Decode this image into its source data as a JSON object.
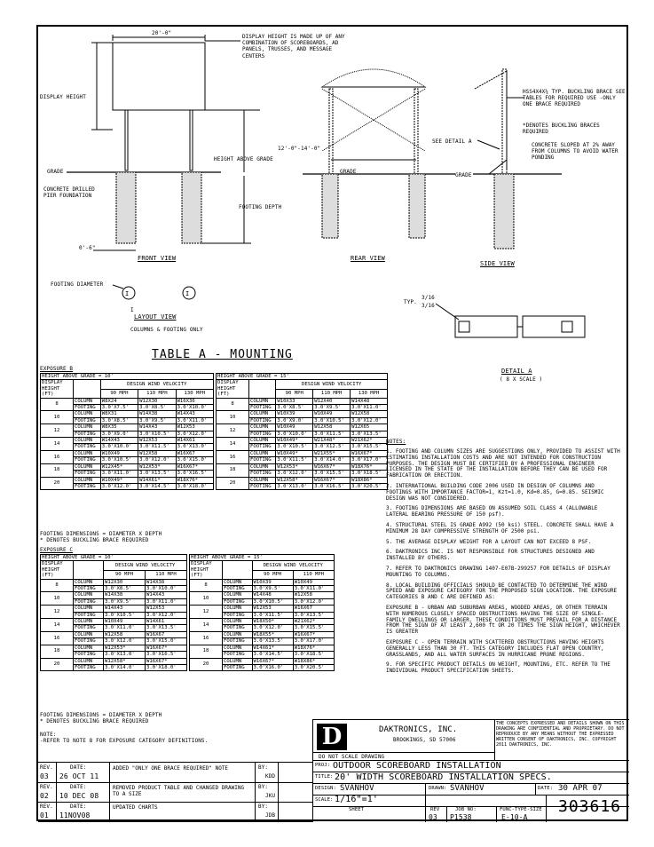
{
  "drawings": {
    "front": {
      "width_dim": "20'-0\"",
      "display_height_note": "DISPLAY HEIGHT IS MADE UP OF ANY COMBINATION OF SCOREBOARDS, AD PANELS, TRUSSES, AND MESSAGE CENTERS",
      "display_height": "DISPLAY HEIGHT",
      "height_above_grade": "HEIGHT ABOVE GRADE",
      "grade": "GRADE",
      "pier": "CONCRETE DRILLED PIER FOUNDATION",
      "footing_depth": "FOOTING DEPTH",
      "offset": "0'-6\"",
      "title": "FRONT VIEW"
    },
    "rear": {
      "dim": "12'-0\"-14'-0\"",
      "grade": "GRADE",
      "title": "REAR VIEW"
    },
    "side": {
      "brace_note": "HSS4X4X¼ TYP. BUCKLING BRACE SEE TABLES FOR REQUIRED USE -ONLY ONE BRACE REQUIRED",
      "buckling_note": "*DENOTES BUCKLING BRACES REQUIRED",
      "concrete_note": "CONCRETE SLOPED AT 2% AWAY FROM COLUMNS TO AVOID WATER PONDING",
      "see_detail": "SEE DETAIL A",
      "grade": "GRADE",
      "title": "SIDE VIEW"
    },
    "layout": {
      "footing_diameter": "FOOTING DIAMETER",
      "title": "LAYOUT VIEW",
      "subtitle": "COLUMNS & FOOTING ONLY"
    },
    "detail": {
      "typ": "TYP.",
      "weld1": "3/16",
      "weld2": "3/16",
      "title": "DETAIL A",
      "scale": "( 8 X SCALE )"
    }
  },
  "table_title": "TABLE A - MOUNTING",
  "labels": {
    "hag": "HEIGHT ABOVE GRADE",
    "dh": "DISPLAY HEIGHT (FT)",
    "dwv": "DESIGN WIND VELOCITY",
    "mph90": "90 MPH",
    "mph110": "110 MPH",
    "mph130": "130 MPH",
    "column": "COLUMN",
    "footing": "FOOTING",
    "fd_note": "FOOTING DIMENSIONS = DIAMETER X DEPTH",
    "bb_note": "* DENOTES BUCKLING BRACE REQUIRED"
  },
  "exposure_b": {
    "label": "EXPOSURE B",
    "left_hag": "= 10'",
    "right_hag": "= 15'",
    "left": [
      {
        "h": "8",
        "c": [
          "W8X24",
          "W12X30",
          "W16X36"
        ],
        "f": [
          "3.0'X7.5'",
          "3.0'X8.5'",
          "3.0'X10.0'"
        ]
      },
      {
        "h": "10",
        "c": [
          "W8X31",
          "W14X38",
          "W14X43"
        ],
        "f": [
          "3.0'X8.5'",
          "3.0'X9.5'",
          "3.0'X11.0'"
        ]
      },
      {
        "h": "12",
        "c": [
          "W8X35",
          "W14X43",
          "W12X53"
        ],
        "f": [
          "3.0'X9.0'",
          "3.0'X10.5'",
          "3.0'X12.0'"
        ]
      },
      {
        "h": "14",
        "c": [
          "W14X43",
          "W12X53",
          "W14X61"
        ],
        "f": [
          "3.0'X10.0'",
          "3.0'X11.5'",
          "3.0'X13.0'"
        ]
      },
      {
        "h": "16",
        "c": [
          "W10X49",
          "W12X58",
          "W16X67"
        ],
        "f": [
          "3.0'X10.5'",
          "3.0'X12.0'",
          "3.0'X15.0'"
        ]
      },
      {
        "h": "18",
        "c": [
          "W12X45*",
          "W12X53*",
          "W16X67*"
        ],
        "f": [
          "3.0'X11.0'",
          "3.0'X13.5'",
          "3.0'X16.5'"
        ]
      },
      {
        "h": "20",
        "c": [
          "W10X49*",
          "W14X61*",
          "W18X76*"
        ],
        "f": [
          "3.0'X12.0'",
          "3.0'X14.5'",
          "3.0'X18.0'"
        ]
      }
    ],
    "right": [
      {
        "h": "8",
        "c": [
          "W10X33",
          "W12X40",
          "W14X48"
        ],
        "f": [
          "3.0'X8.5'",
          "3.0'X9.5'",
          "3.0'X11.0'"
        ]
      },
      {
        "h": "10",
        "c": [
          "W10X39",
          "W10X49",
          "W12X58"
        ],
        "f": [
          "3.0'X9.0'",
          "3.0'X10.5'",
          "3.0'X12.0'"
        ]
      },
      {
        "h": "12",
        "c": [
          "W10X49",
          "W12X58",
          "W12X65"
        ],
        "f": [
          "3.0'X10.0'",
          "3.0'X11.5'",
          "3.0'X13.5'"
        ]
      },
      {
        "h": "14",
        "c": [
          "W10X49*",
          "W21X48*",
          "W21X62*"
        ],
        "f": [
          "3.0'X10.5'",
          "3.0'X12.5'",
          "3.0'X15.5'"
        ]
      },
      {
        "h": "16",
        "c": [
          "W10X49*",
          "W21X55*",
          "W16X67*"
        ],
        "f": [
          "3.0'X11.5'",
          "3.0'X14.0'",
          "3.0'X17.0'"
        ]
      },
      {
        "h": "18",
        "c": [
          "W12X53*",
          "W16X67*",
          "W18X76*"
        ],
        "f": [
          "3.0'X12.0'",
          "3.0'X15.5'",
          "3.0'X18.5'"
        ]
      },
      {
        "h": "20",
        "c": [
          "W12X58*",
          "W16X67*",
          "W18X86*"
        ],
        "f": [
          "3.0'X13.0'",
          "3.0'X16.5'",
          "3.0'X20.5'"
        ]
      }
    ]
  },
  "exposure_c": {
    "label": "EXPOSURE C",
    "left_hag": "= 10'",
    "right_hag": "= 15'",
    "left": [
      {
        "h": "8",
        "c": [
          "W12X30",
          "W14X38"
        ],
        "f": [
          "3.0'X8.5'",
          "3.0'X10.0'"
        ]
      },
      {
        "h": "10",
        "c": [
          "W14X38",
          "W14X43"
        ],
        "f": [
          "3.0'X9.5'",
          "3.0'X11.0'"
        ]
      },
      {
        "h": "12",
        "c": [
          "W14X43",
          "W12X53"
        ],
        "f": [
          "3.0'X10.5'",
          "3.0'X12.0'"
        ]
      },
      {
        "h": "14",
        "c": [
          "W10X49",
          "W14X61"
        ],
        "f": [
          "3.0'X11.0'",
          "3.0'X13.5'"
        ]
      },
      {
        "h": "16",
        "c": [
          "W12X58",
          "W16X67"
        ],
        "f": [
          "3.0'X12.0'",
          "3.0'X15.0'"
        ]
      },
      {
        "h": "18",
        "c": [
          "W12X53*",
          "W16X67*"
        ],
        "f": [
          "3.0'X13.0'",
          "3.0'X16.5'"
        ]
      },
      {
        "h": "20",
        "c": [
          "W12X58*",
          "W16X67*"
        ],
        "f": [
          "3.0'X14.0'",
          "3.0'X18.0'"
        ]
      }
    ],
    "right": [
      {
        "h": "8",
        "c": [
          "W10X39",
          "W10X49"
        ],
        "f": [
          "3.0'X9.5'",
          "3.0'X11.0'"
        ]
      },
      {
        "h": "10",
        "c": [
          "W14X48",
          "W12X58"
        ],
        "f": [
          "3.0'X10.5'",
          "3.0'X12.0'"
        ]
      },
      {
        "h": "12",
        "c": [
          "W12X53",
          "W16X67"
        ],
        "f": [
          "3.0'X11.5'",
          "3.0'X13.5'"
        ]
      },
      {
        "h": "14",
        "c": [
          "W18X50*",
          "W21X62*"
        ],
        "f": [
          "3.0'X12.0'",
          "3.0'X15.5'"
        ]
      },
      {
        "h": "16",
        "c": [
          "W18X55*",
          "W16X67*"
        ],
        "f": [
          "3.0'X13.5'",
          "3.0'X17.0'"
        ]
      },
      {
        "h": "18",
        "c": [
          "W14X61*",
          "W18X76*"
        ],
        "f": [
          "3.0'X14.5'",
          "3.0'X18.5'"
        ]
      },
      {
        "h": "20",
        "c": [
          "W16X67*",
          "W18X86*"
        ],
        "f": [
          "3.0'X16.0'",
          "3.0'X20.5'"
        ]
      }
    ]
  },
  "notes": {
    "heading": "NOTES:",
    "items": [
      "1. FOOTING AND COLUMN SIZES ARE SUGGESTIONS ONLY, PROVIDED TO ASSIST WITH ESTIMATING INSTALLATION COSTS AND ARE NOT INTENDED FOR CONSTRUCTION PURPOSES. THE DESIGN MUST BE CERTIFIED BY A PROFESSIONAL ENGINEER LICENSED IN THE STATE OF THE INSTALLATION BEFORE THEY CAN BE USED FOR FABRICATION OR ERECTION.",
      "2. INTERNATIONAL BUILDING CODE 2006 USED IN DESIGN OF COLUMNS AND FOOTINGS WITH IMPORTANCE FACTOR=1, Kzt=1.0, Kd=0.85, G=0.85. SEISMIC DESIGN WAS NOT CONSIDERED.",
      "3. FOOTING DIMENSIONS ARE BASED ON ASSUMED SOIL CLASS 4 (ALLOWABLE LATERAL BEARING PRESSURE OF 150 psf).",
      "4. STRUCTURAL STEEL IS GRADE A992 (50 ksi) STEEL. CONCRETE SHALL HAVE A MINIMUM 28 DAY COMPRESSIVE STRENGTH OF 2500 psi.",
      "5. THE AVERAGE DISPLAY WEIGHT FOR A LAYOUT CAN NOT EXCEED 8 PSF.",
      "6. DAKTRONICS INC. IS NOT RESPONSIBLE FOR STRUCTURES DESIGNED AND INSTALLED BY OTHERS.",
      "7. REFER TO DAKTRONICS DRAWING 1407-E07B-299257 FOR DETAILS OF DISPLAY MOUNTING TO COLUMNS.",
      "8. LOCAL BUILDING OFFICIALS SHOULD BE CONTACTED TO DETERMINE THE WIND SPEED AND EXPOSURE CATEGORY FOR THE PROPOSED SIGN LOCATION. THE EXPOSURE CATEGORIES B AND C ARE DEFINED AS:",
      "EXPOSURE B - URBAN AND SUBURBAN AREAS, WOODED AREAS, OR OTHER TERRAIN WITH NUMEROUS CLOSELY SPACED OBSTRUCTIONS HAVING THE SIZE OF SINGLE-FAMILY DWELLINGS OR LARGER. THESE CONDITIONS MUST PREVAIL FOR A DISTANCE FROM THE SIGN OF AT LEAST 2,600 ft OR 20 TIMES THE SIGN HEIGHT, WHICHEVER IS GREATER",
      "EXPOSURE C - OPEN TERRAIN WITH SCATTERED OBSTRUCTIONS HAVING HEIGHTS GENERALLY LESS THAN 30 FT. THIS CATEGORY INCLUDES FLAT OPEN COUNTRY, GRASSLANDS, AND ALL WATER SURFACES IN HURRICANE PRONE REGIONS.",
      "9. FOR SPECIFIC PRODUCT DETAILS ON WEIGHT, MOUNTING, ETC. REFER TO THE INDIVIDUAL PRODUCT SPECIFICATION SHEETS."
    ]
  },
  "bottom_note": {
    "line1": "NOTE:",
    "line2": "-REFER TO NOTE 8 FOR EXPOSURE CATEGORY DEFINITIONS."
  },
  "revisions": [
    {
      "rev_label": "REV.",
      "rev": "03",
      "date_label": "DATE:",
      "date": "26 OCT 11",
      "desc": "ADDED \"ONLY ONE BRACE REQUIRED\" NOTE",
      "by_label": "BY:",
      "by": "KDD"
    },
    {
      "rev_label": "REV.",
      "rev": "02",
      "date_label": "DATE:",
      "date": "10 DEC 08",
      "desc": "REMOVED PRODUCT TABLE AND CHANGED DRAWING TO A SIZE",
      "by_label": "BY:",
      "by": "JKU"
    },
    {
      "rev_label": "REV.",
      "rev": "01",
      "date_label": "DATE:",
      "date": "11NOV08",
      "desc": "UPDATED CHARTS",
      "by_label": "BY:",
      "by": "JDB"
    }
  ],
  "titleblock": {
    "logo": "D",
    "company": "DAKTRONICS, INC.",
    "location": "BROOKINGS, SD 57006",
    "noscale": "DO NOT SCALE DRAWING",
    "confidential": "THE CONCEPTS EXPRESSED AND DETAILS SHOWN ON THIS DRAWING ARE CONFIDENTIAL AND PROPRIETARY. DO NOT REPRODUCE BY ANY MEANS WITHOUT THE EXPRESSED WRITTEN CONSENT OF DAKTRONICS, INC. COPYRIGHT 2011 DAKTRONICS, INC.",
    "proj_label": "PROJ:",
    "proj": "OUTDOOR SCOREBOARD INSTALLATION",
    "title_label": "TITLE:",
    "title": "20' WIDTH SCOREBOARD INSTALLATION SPECS.",
    "design_label": "DESIGN:",
    "design": "SVANHOV",
    "drawn_label": "DRAWN:",
    "drawn": "SVANHOV",
    "date_label": "DATE:",
    "date": "30 APR 07",
    "scale_label": "SCALE:",
    "scale": "1/16\"=1'",
    "sheet_label": "SHEET",
    "rev_label": "REV",
    "job_label": "JOB NO:",
    "func_label": "FUNC-TYPE-SIZE",
    "rev": "03",
    "job": "P1538",
    "func": "E-10-A",
    "number": "303616"
  }
}
